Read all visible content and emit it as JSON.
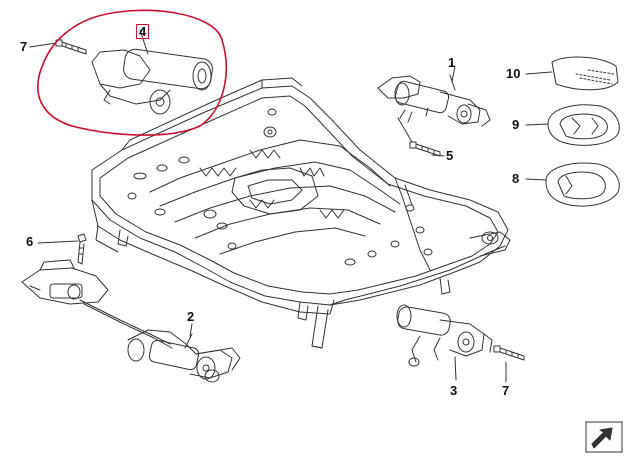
{
  "diagram": {
    "callouts": [
      {
        "id": "c1",
        "label": "1"
      },
      {
        "id": "c2",
        "label": "2"
      },
      {
        "id": "c3",
        "label": "3"
      },
      {
        "id": "c4",
        "label": "4",
        "boxed": true
      },
      {
        "id": "c5",
        "label": "5"
      },
      {
        "id": "c6",
        "label": "6"
      },
      {
        "id": "c7a",
        "label": "7"
      },
      {
        "id": "c7b",
        "label": "7"
      },
      {
        "id": "c8",
        "label": "8"
      },
      {
        "id": "c9",
        "label": "9"
      },
      {
        "id": "c10",
        "label": "10"
      }
    ],
    "colors": {
      "line": "#333333",
      "highlight": "#c8102e",
      "background": "#ffffff"
    }
  }
}
